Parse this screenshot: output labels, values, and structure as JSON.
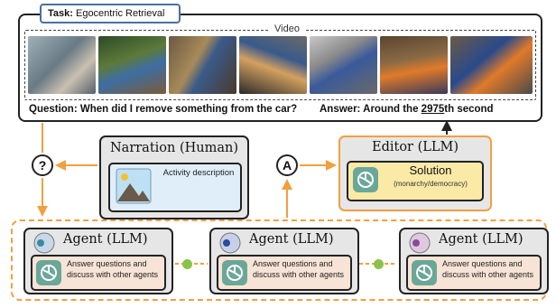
{
  "task": {
    "prefix": "Task:",
    "name": "Egocentric Retrieval"
  },
  "video": {
    "label": "Video"
  },
  "qa": {
    "question": "Question: When did I remove something from the car?",
    "answer_prefix": "Answer: Around the ",
    "answer_number": "2975",
    "answer_suffix": "th second"
  },
  "narration": {
    "title": "Narration (Human)",
    "text": "Activity description"
  },
  "editor": {
    "title": "Editor (LLM)",
    "solution": "Solution",
    "solution_sub": "(monarchy/democracy)"
  },
  "markers": {
    "question": "?",
    "answer": "A"
  },
  "agents": [
    {
      "title": "Agent (LLM)",
      "text": "Answer questions and discuss with other agents"
    },
    {
      "title": "Agent (LLM)",
      "text": "Answer questions and discuss with other agents"
    },
    {
      "title": "Agent (LLM)",
      "text": "Answer questions and discuss with other agents"
    }
  ],
  "colors": {
    "orange": "#f0a040",
    "green": "#8bc34a",
    "gpt": "#6aa799"
  }
}
